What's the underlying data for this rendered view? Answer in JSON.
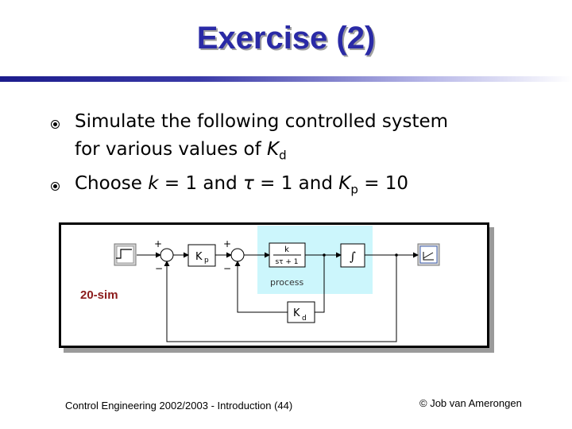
{
  "slide": {
    "title": "Exercise (2)",
    "bullets": [
      {
        "parts": [
          "Simulate the following controlled system",
          "for various values of ",
          "K",
          "d"
        ]
      },
      {
        "parts": [
          "Choose ",
          "k",
          " = 1 and ",
          "τ",
          " = 1 and ",
          "K",
          "p",
          " = 10"
        ]
      }
    ]
  },
  "diagram": {
    "tool_label": "20-sim",
    "process_label": "process",
    "kp_label": "K",
    "kp_sub": "p",
    "kd_label": "K",
    "kd_sub": "d",
    "tf_numerator": "k",
    "tf_denominator": "sτ + 1",
    "integrator_symbol": "∫",
    "sum1_plus": "+",
    "sum1_minus": "−",
    "sum2_plus": "+",
    "sum2_minus": "−",
    "colors": {
      "process_bg": "#ccf6fc",
      "tool_label": "#8b1a1a",
      "title": "#2a2aa6"
    }
  },
  "footer": {
    "left": "Control Engineering 2002/2003 - Introduction  (44)",
    "right": "© Job van Amerongen"
  }
}
